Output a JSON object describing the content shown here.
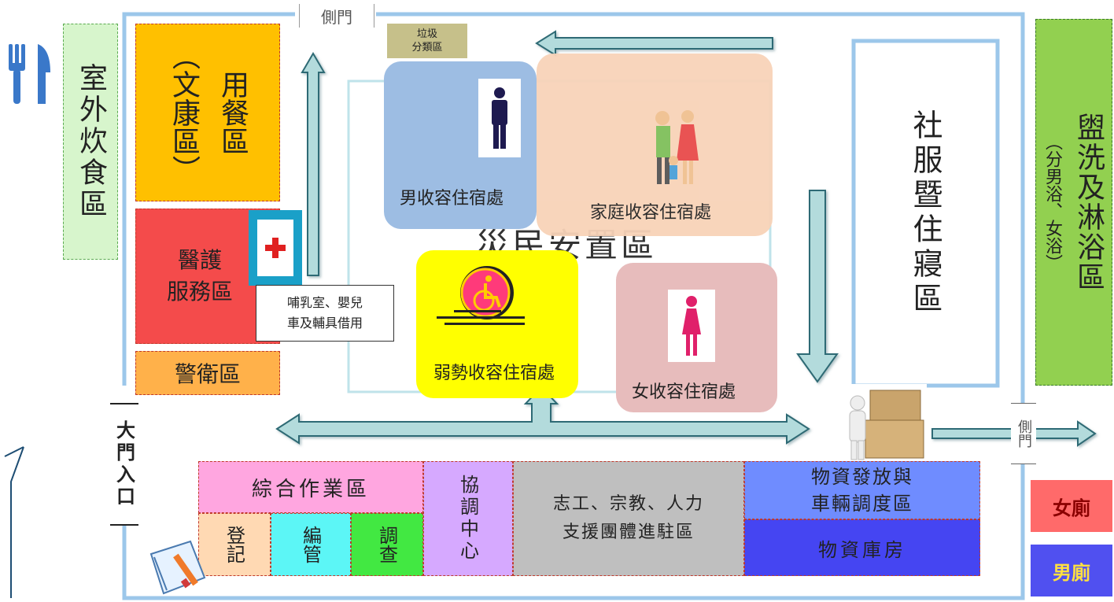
{
  "colors": {
    "outline": "#9cc7ea",
    "arrow_fill": "#b3dbdc",
    "arrow_stroke": "#2f6b74",
    "outdoor_cook": "#d7f5cc",
    "dining": "#ffc000",
    "medical": "#f44b4b",
    "guard": "#ffb14a",
    "male": "#9dbde3",
    "family": "#f8d3b8",
    "disabled": "#ffff00",
    "female": "#e7bcbc",
    "washroom": "#92d050",
    "general": "#ffa6e0",
    "register": "#ffd9b3",
    "manage": "#5cf6f6",
    "survey": "#42e842",
    "coord": "#d6a9ff",
    "volunteer": "#bfbfbf",
    "supply": "#6f8cff",
    "storage": "#4545f2",
    "wc_female": "#ff6a6a",
    "wc_male": "#5050f0"
  },
  "labels": {
    "side_gate_top": "側門",
    "garbage": "垃圾\n分類區",
    "outdoor_cooking": "室外炊食區",
    "dining": "用餐區",
    "recreation": "（文康區）",
    "medical": "醫護\n服務區",
    "nursing": "哺乳室、嬰兒\n車及輔具借用",
    "guard": "警衛區",
    "male_shelter": "男收容住宿處",
    "family_shelter": "家庭收容住宿處",
    "evacuee_area": "災民安置區",
    "disabled_shelter": "弱勢收容住宿處",
    "female_shelter": "女收容住宿處",
    "social_service": "社服暨住寢區",
    "washroom": "盥洗及淋浴區",
    "washroom_note": "（分男浴、女浴）",
    "main_gate": "大門入口",
    "side_gate_right": "側門",
    "general_ops": "綜合作業區",
    "register": "登記",
    "manage": "編管",
    "survey": "調查",
    "coordination": "協調中心",
    "volunteer": "志工、宗教、人力\n支援團體進駐區",
    "supply_dispatch": "物資發放與\n車輛調度區",
    "storage": "物資庫房",
    "wc_female": "女廁",
    "wc_male": "男廁"
  }
}
